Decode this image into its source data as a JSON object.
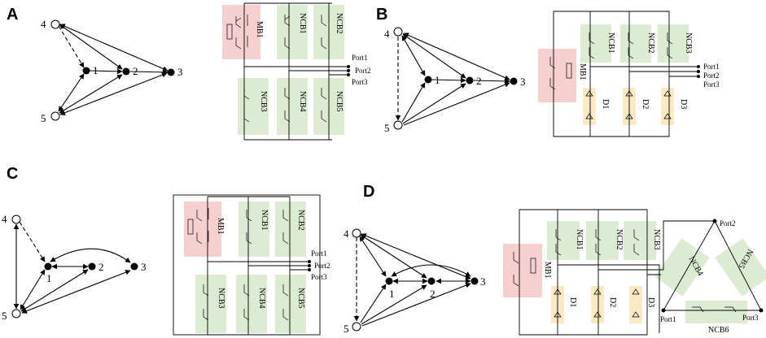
{
  "panels": [
    {
      "label": "A",
      "nodes": [
        {
          "id": "4",
          "label": "4"
        },
        {
          "id": "5",
          "label": "5"
        },
        {
          "id": "1",
          "label": "1"
        },
        {
          "id": "2",
          "label": "2"
        },
        {
          "id": "3",
          "label": "3"
        }
      ],
      "blocks": [
        "MB1",
        "NCB1",
        "NCB2",
        "NCB3",
        "NCB4",
        "NCB5"
      ],
      "ports": [
        "Port1",
        "Port2",
        "Port3"
      ]
    },
    {
      "label": "B",
      "nodes": [
        {
          "id": "4",
          "label": "4"
        },
        {
          "id": "5",
          "label": "5"
        },
        {
          "id": "1",
          "label": "1"
        },
        {
          "id": "2",
          "label": "2"
        },
        {
          "id": "3",
          "label": "3"
        }
      ],
      "blocks": [
        "MB1",
        "NCB1",
        "NCB2",
        "NCB3",
        "D1",
        "D2",
        "D3"
      ],
      "ports": [
        "Port1",
        "Port2",
        "Port3"
      ]
    },
    {
      "label": "C",
      "nodes": [
        {
          "id": "4",
          "label": "4"
        },
        {
          "id": "5",
          "label": "5"
        },
        {
          "id": "1",
          "label": "1"
        },
        {
          "id": "2",
          "label": "2"
        },
        {
          "id": "3",
          "label": "3"
        }
      ],
      "blocks": [
        "MB1",
        "NCB1",
        "NCB2",
        "NCB3",
        "NCB4",
        "NCB5"
      ],
      "ports": [
        "Port1",
        "Port2",
        "Port3"
      ]
    },
    {
      "label": "D",
      "nodes": [
        {
          "id": "4",
          "label": "4"
        },
        {
          "id": "5",
          "label": "5"
        },
        {
          "id": "1",
          "label": "1"
        },
        {
          "id": "2",
          "label": "2"
        },
        {
          "id": "3",
          "label": "3"
        }
      ],
      "blocks": [
        "MB1",
        "NCB1",
        "NCB2",
        "NCB3",
        "D1",
        "D2",
        "D3",
        "NCB4",
        "NCB5",
        "NCB6"
      ],
      "ports": [
        "Port2",
        "Port1",
        "Port3"
      ]
    }
  ],
  "colors": {
    "main_breaker": "#f6cfcf",
    "no_current_breaker": "#dcebd2",
    "diode": "#fbe9c3"
  }
}
